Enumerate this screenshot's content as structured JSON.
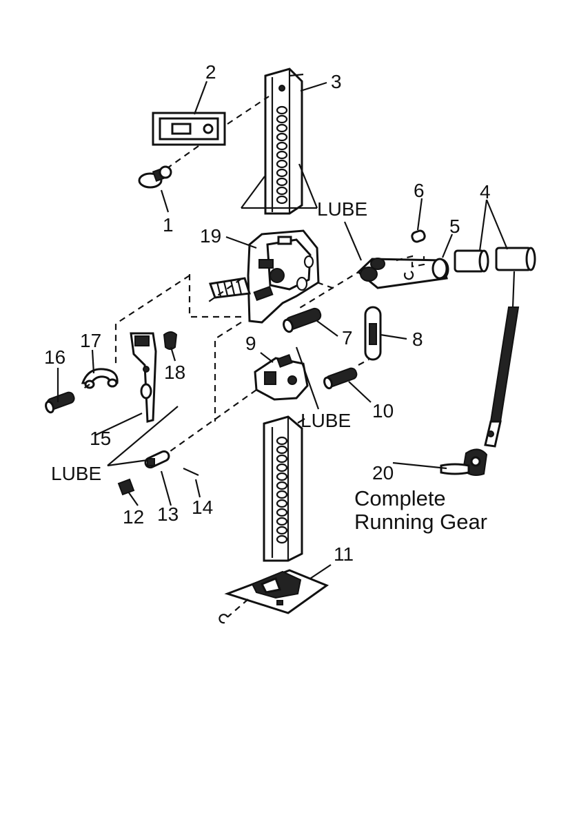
{
  "diagram": {
    "part_numbers": [
      "1",
      "2",
      "3",
      "4",
      "5",
      "6",
      "7",
      "8",
      "9",
      "10",
      "11",
      "12",
      "13",
      "14",
      "15",
      "16",
      "17",
      "18",
      "19",
      "20"
    ],
    "lube_labels": [
      "LUBE",
      "LUBE",
      "LUBE"
    ],
    "caption": [
      "Complete",
      "Running Gear"
    ]
  }
}
